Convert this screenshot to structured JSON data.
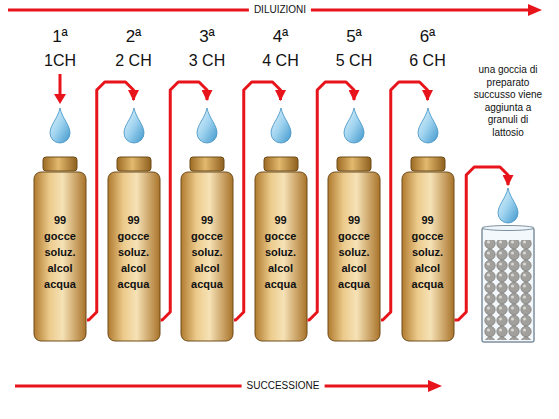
{
  "diagram": {
    "nodes": [
      {
        "text": [
          "1ª",
          "1CH",
          "99 gocce soluz. alcol acqua"
        ]
      },
      {
        "text": [
          "2ª",
          "2 CH",
          "99 gocce soluz. alcol acqua"
        ]
      },
      {
        "text": [
          "3ª",
          "3 CH",
          "99 gocce soluz. alcol acqua"
        ]
      },
      {
        "text": [
          "4ª",
          "4 CH",
          "99 gocce soluz. alcol acqua"
        ]
      },
      {
        "text": [
          "5ª",
          "5 CH",
          "99 gocce soluz. alcol acqua"
        ]
      },
      {
        "text": [
          "6ª",
          "6 CH",
          "99 gocce soluz. alcol acqua"
        ]
      },
      {
        "text": [
          "una goccia di preparato succusso viene aggiunta a granuli di lattosio"
        ]
      }
    ],
    "edges": [
      {
        "from": 0,
        "to": 1,
        "arrow": "to"
      },
      {
        "from": 1,
        "to": 2,
        "arrow": "to"
      },
      {
        "from": 2,
        "to": 3,
        "arrow": "to"
      },
      {
        "from": 3,
        "to": 4,
        "arrow": "to"
      },
      {
        "from": 4,
        "to": 5,
        "arrow": "to"
      },
      {
        "from": 5,
        "to": 6,
        "arrow": "to"
      }
    ],
    "labels": [
      "DILUIZIONI",
      "SUCCESSIONE"
    ]
  }
}
